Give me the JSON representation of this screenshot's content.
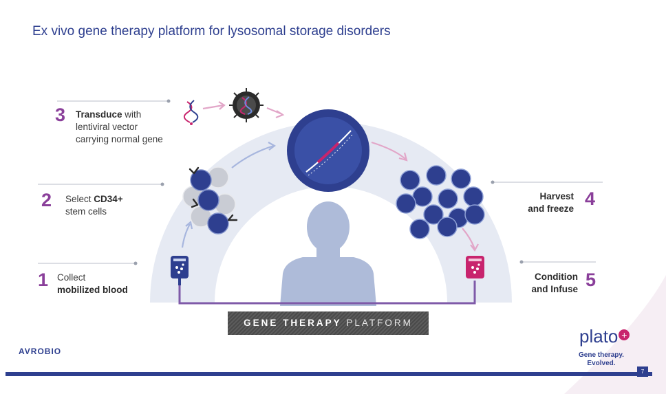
{
  "title": "Ex vivo gene therapy platform for lysosomal storage disorders",
  "steps": [
    {
      "number": "1",
      "line1_plain": "Collect",
      "line2_bold": "mobilized blood"
    },
    {
      "number": "2",
      "line1_plain": "Select ",
      "line1_bold": "CD34+",
      "line2_plain": "stem cells"
    },
    {
      "number": "3",
      "line1_bold": "Transduce",
      "line1_plain": " with",
      "line2_plain": "lentiviral vector",
      "line3_plain": "carrying normal gene"
    },
    {
      "number": "4",
      "line1_bold": "Harvest",
      "line2_bold": "and freeze"
    },
    {
      "number": "5",
      "line1_bold": "Condition",
      "line2_bold": "and Infuse"
    }
  ],
  "banner": {
    "bold": "GENE THERAPY",
    "light": "PLATFORM"
  },
  "footer": {
    "company": "AVROBIO",
    "brand": "plato",
    "brand_plus": "+",
    "tagline_1": "Gene therapy.",
    "tagline_2": "Evolved.",
    "page": "7"
  },
  "colors": {
    "title": "#2e3f8f",
    "step_number": "#8a3f9a",
    "cell": "#2e3f8f",
    "dna": "#c8246d",
    "arch": "#e6eaf3"
  },
  "icons": [
    "blood-bag-icon",
    "stem-cell-icon",
    "antibody-icon",
    "dna-strand-icon",
    "lentiviral-vector-icon",
    "cell-nucleus-icon",
    "infusion-bag-icon",
    "patient-silhouette-icon"
  ]
}
